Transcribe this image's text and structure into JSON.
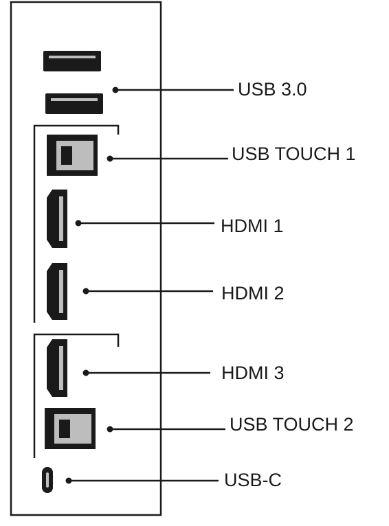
{
  "diagram": {
    "colors": {
      "line": "#1a1a1a",
      "port_fill": "#1a1a1a",
      "insert_fill": "#bdbdbd"
    },
    "ports": [
      {
        "id": "usb-a-1",
        "kind": "usb-a",
        "icon": "usb-a-port-icon"
      },
      {
        "id": "usb-a-2",
        "kind": "usb-a",
        "icon": "usb-a-port-icon"
      },
      {
        "id": "usb-touch-1",
        "kind": "usb-b",
        "icon": "usb-b-port-icon"
      },
      {
        "id": "hdmi-1",
        "kind": "hdmi",
        "icon": "hdmi-port-icon"
      },
      {
        "id": "hdmi-2",
        "kind": "hdmi",
        "icon": "hdmi-port-icon"
      },
      {
        "id": "hdmi-3",
        "kind": "hdmi",
        "icon": "hdmi-port-icon"
      },
      {
        "id": "usb-touch-2",
        "kind": "usb-b",
        "icon": "usb-b-port-icon"
      },
      {
        "id": "usb-c",
        "kind": "usb-c",
        "icon": "usb-c-port-icon"
      }
    ],
    "labels": [
      {
        "id": "usb-3-0",
        "text": "USB 3.0"
      },
      {
        "id": "usb-touch-1",
        "text": "USB TOUCH 1"
      },
      {
        "id": "hdmi-1",
        "text": "HDMI 1"
      },
      {
        "id": "hdmi-2",
        "text": "HDMI 2"
      },
      {
        "id": "hdmi-3",
        "text": "HDMI 3"
      },
      {
        "id": "usb-touch-2",
        "text": "USB TOUCH 2"
      },
      {
        "id": "usb-c",
        "text": "USB-C"
      }
    ]
  }
}
